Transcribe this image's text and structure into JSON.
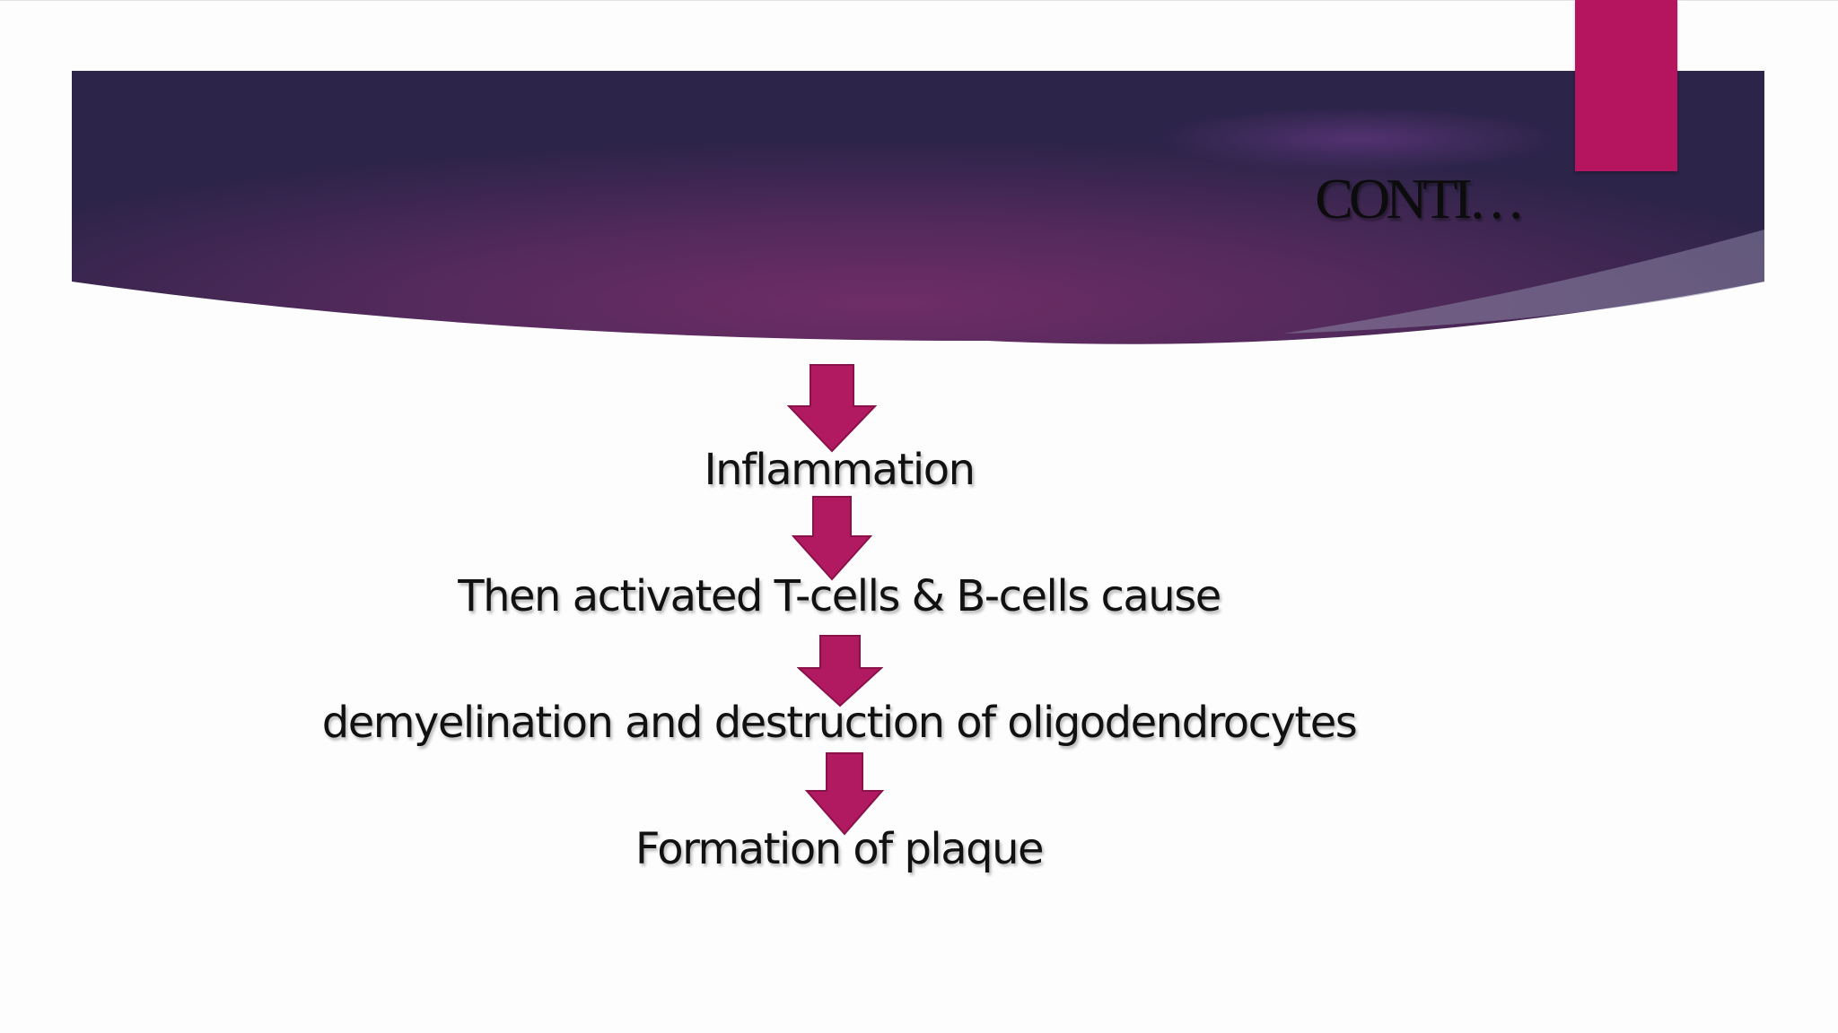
{
  "slide": {
    "title": "CONTI…",
    "colors": {
      "banner_dark": "#2c2449",
      "banner_glow": "#6a2b62",
      "accent": "#b5145f",
      "arrow": "#b11a61"
    }
  },
  "flow": {
    "steps": [
      "Inflammation",
      "Then activated T-cells & B-cells cause",
      "demyelination and destruction of oligodendrocytes",
      "Formation of plaque"
    ],
    "arrow_icon": "down-arrow-icon"
  }
}
